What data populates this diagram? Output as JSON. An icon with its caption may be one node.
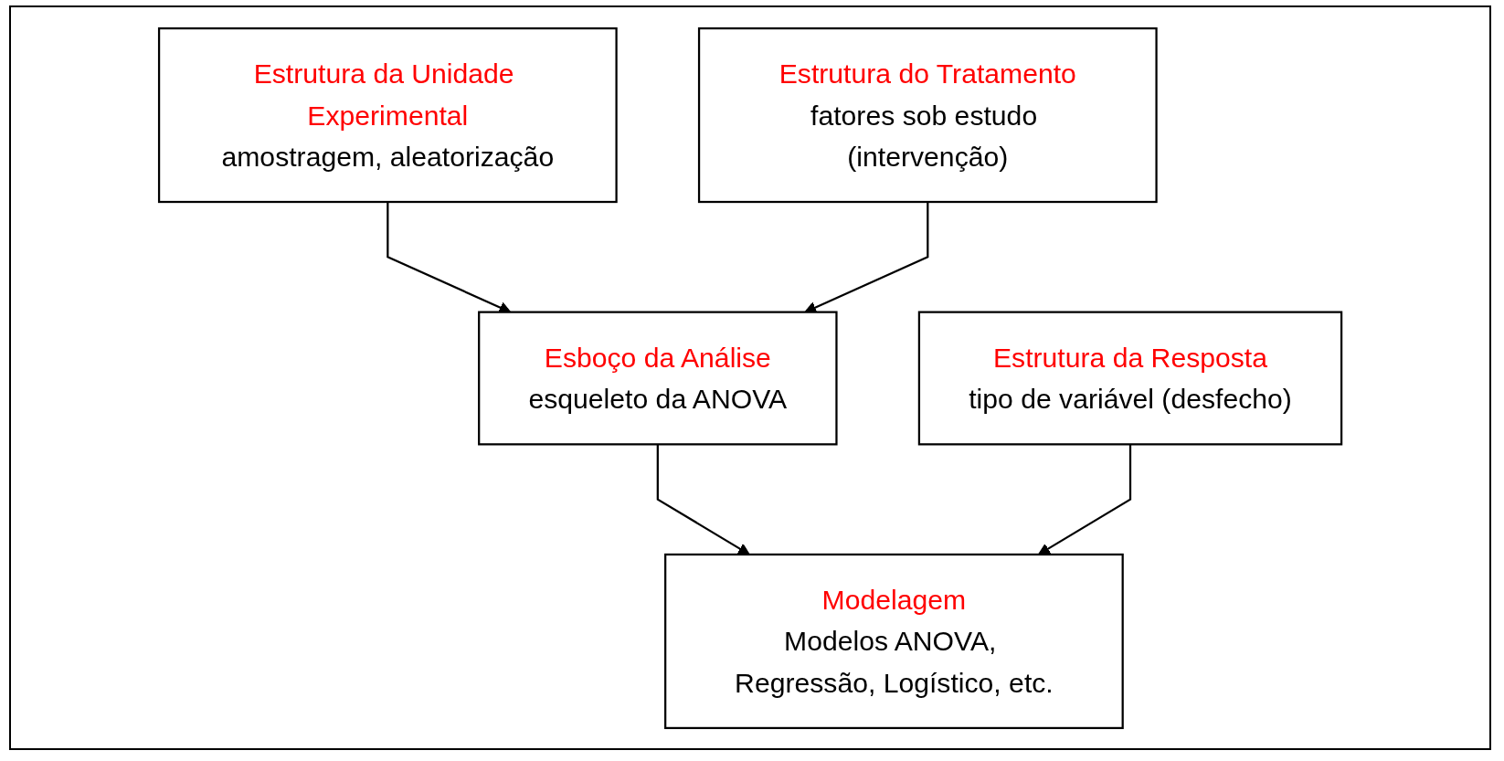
{
  "diagram": {
    "nodes": [
      {
        "text": [
          "Estrutura da Unidade Experimental",
          "amostragem, aleatorização"
        ]
      },
      {
        "text": [
          "Estrutura do Tratamento",
          "fatores sob estudo (intervenção)"
        ]
      },
      {
        "text": [
          "Esboço da Análise",
          "esqueleto da ANOVA"
        ]
      },
      {
        "text": [
          "Estrutura da Resposta",
          "tipo de variável (desfecho)"
        ]
      },
      {
        "text": [
          "Modelagem",
          "Modelos ANOVA, Regressão, Logístico, etc."
        ]
      }
    ],
    "edges": [
      {
        "from": 0,
        "to": 2,
        "arrow": "to"
      },
      {
        "from": 1,
        "to": 2,
        "arrow": "to"
      },
      {
        "from": 2,
        "to": 4,
        "arrow": "to"
      },
      {
        "from": 3,
        "to": 4,
        "arrow": "to"
      }
    ]
  }
}
